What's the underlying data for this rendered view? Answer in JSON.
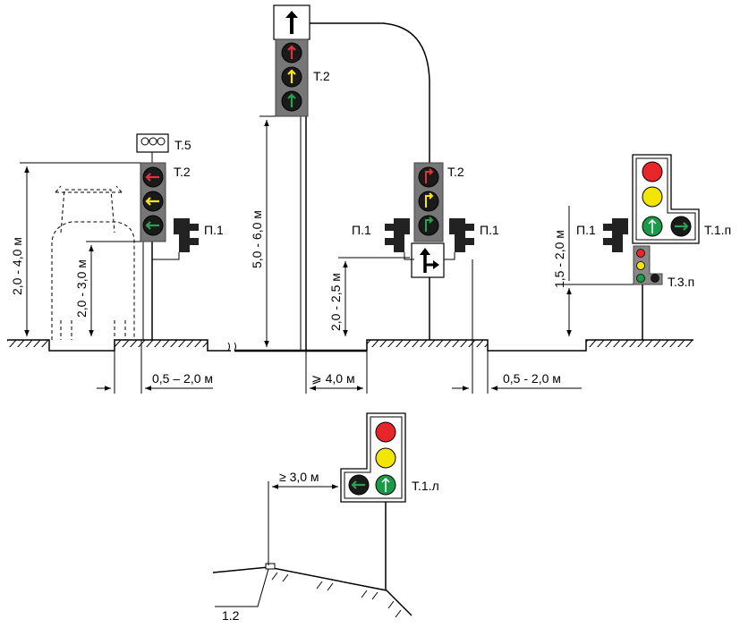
{
  "labels": {
    "t5": "Т.5",
    "t2_left": "Т.2",
    "t2_top": "Т.2",
    "t2_mid": "Т.2",
    "p1_left": "П.1",
    "p1_mid_left": "П.1",
    "p1_mid_right": "П.1",
    "p1_right": "П.1",
    "t1p": "Т.1.п",
    "t3p": "Т.3.п",
    "t1l": "Т.1.л",
    "marking": "1.2"
  },
  "dimensions": {
    "h_2_4": "2,0 - 4,0 м",
    "h_2_3": "2,0 - 3,0 м",
    "h_5_6": "5,0 - 6,0 м",
    "h_2_25": "2,0 - 2,5 м",
    "h_15_2": "1,5 - 2,0 м",
    "w_05_2_left": "0,5 – 2,0 м",
    "w_ge4": "⩾ 4,0 м",
    "w_05_2_right": "0,5 - 2,0 м",
    "w_ge3": "≥ 3,0 м"
  },
  "colors": {
    "red": "#e8262a",
    "yellow": "#f2e600",
    "green": "#1a9a48",
    "red_arrow": "#e3303a",
    "yellow_arrow": "#f5e51a",
    "green_arrow": "#2aa050",
    "housing": "#777777"
  }
}
